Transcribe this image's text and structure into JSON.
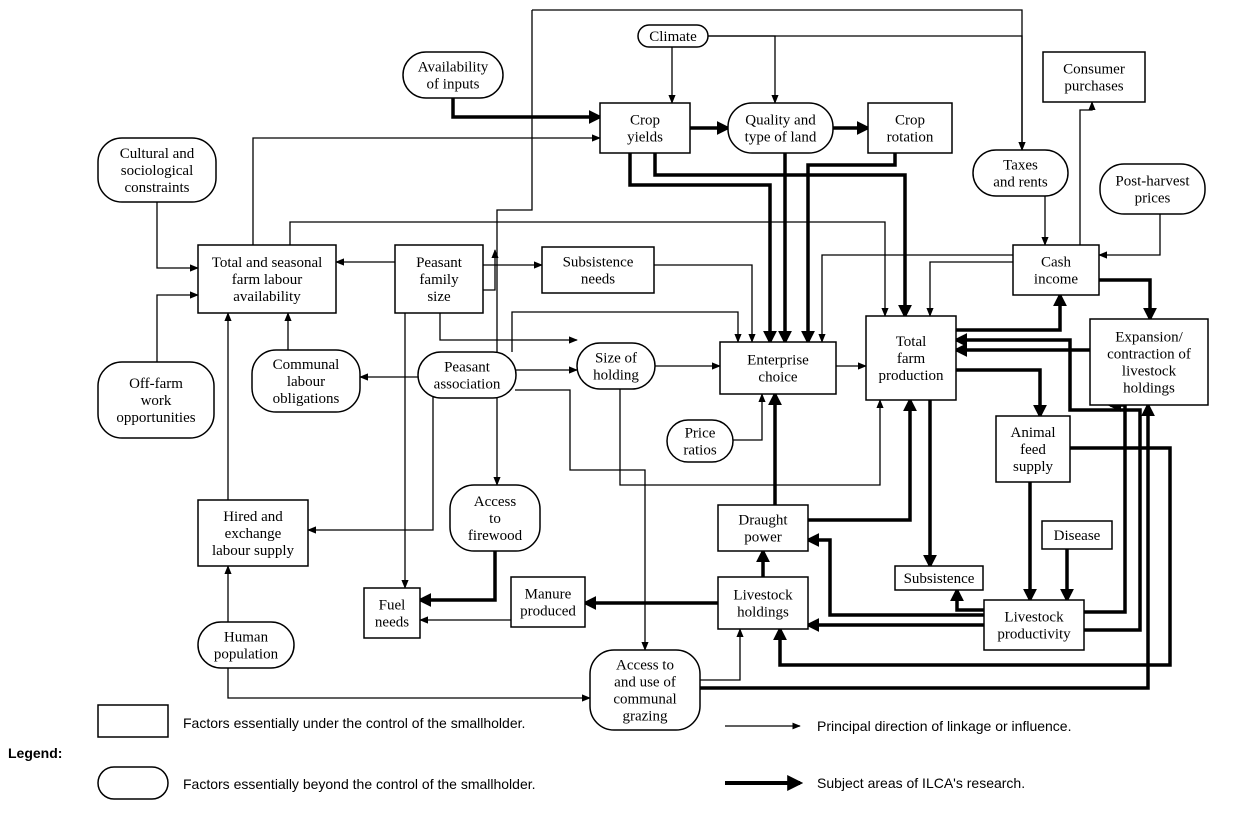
{
  "nodes": {
    "climate": {
      "lines": [
        "Climate"
      ],
      "shape": "rounded"
    },
    "availability_inputs": {
      "lines": [
        "Availability",
        "of inputs"
      ],
      "shape": "rounded"
    },
    "crop_yields": {
      "lines": [
        "Crop",
        "yields"
      ],
      "shape": "rect"
    },
    "quality_land": {
      "lines": [
        "Quality and",
        "type of land"
      ],
      "shape": "rounded"
    },
    "crop_rotation": {
      "lines": [
        "Crop",
        "rotation"
      ],
      "shape": "rect"
    },
    "consumer_purchases": {
      "lines": [
        "Consumer",
        "purchases"
      ],
      "shape": "rect"
    },
    "cultural_constraints": {
      "lines": [
        "Cultural and",
        "sociological",
        "constraints"
      ],
      "shape": "rounded"
    },
    "taxes_rents": {
      "lines": [
        "Taxes",
        "and rents"
      ],
      "shape": "rounded"
    },
    "post_harvest_prices": {
      "lines": [
        "Post-harvest",
        "prices"
      ],
      "shape": "rounded"
    },
    "farm_labour": {
      "lines": [
        "Total and seasonal",
        "farm labour",
        "availability"
      ],
      "shape": "rect"
    },
    "family_size": {
      "lines": [
        "Peasant",
        "family",
        "size"
      ],
      "shape": "rect"
    },
    "subsistence_needs": {
      "lines": [
        "Subsistence",
        "needs"
      ],
      "shape": "rect"
    },
    "cash_income": {
      "lines": [
        "Cash",
        "income"
      ],
      "shape": "rect"
    },
    "off_farm": {
      "lines": [
        "Off-farm",
        "work",
        "opportunities"
      ],
      "shape": "rounded"
    },
    "communal_labour": {
      "lines": [
        "Communal",
        "labour",
        "obligations"
      ],
      "shape": "rounded"
    },
    "peasant_association": {
      "lines": [
        "Peasant",
        "association"
      ],
      "shape": "rounded"
    },
    "size_holding": {
      "lines": [
        "Size of",
        "holding"
      ],
      "shape": "rounded"
    },
    "enterprise_choice": {
      "lines": [
        "Enterprise",
        "choice"
      ],
      "shape": "rect"
    },
    "total_production": {
      "lines": [
        "Total",
        "farm",
        "production"
      ],
      "shape": "rect"
    },
    "livestock_expansion": {
      "lines": [
        "Expansion/",
        "contraction of",
        "livestock",
        "holdings"
      ],
      "shape": "rect"
    },
    "price_ratios": {
      "lines": [
        "Price",
        "ratios"
      ],
      "shape": "rounded"
    },
    "animal_feed": {
      "lines": [
        "Animal",
        "feed",
        "supply"
      ],
      "shape": "rect"
    },
    "access_firewood": {
      "lines": [
        "Access",
        "to",
        "firewood"
      ],
      "shape": "rounded"
    },
    "hired_labour": {
      "lines": [
        "Hired and",
        "exchange",
        "labour supply"
      ],
      "shape": "rect"
    },
    "draught_power": {
      "lines": [
        "Draught",
        "power"
      ],
      "shape": "rect"
    },
    "disease": {
      "lines": [
        "Disease"
      ],
      "shape": "rect"
    },
    "subsistence": {
      "lines": [
        "Subsistence"
      ],
      "shape": "rect"
    },
    "manure": {
      "lines": [
        "Manure",
        "produced"
      ],
      "shape": "rect"
    },
    "livestock_holdings": {
      "lines": [
        "Livestock",
        "holdings"
      ],
      "shape": "rect"
    },
    "fuel_needs": {
      "lines": [
        "Fuel",
        "needs"
      ],
      "shape": "rect"
    },
    "livestock_productivity": {
      "lines": [
        "Livestock",
        "productivity"
      ],
      "shape": "rect"
    },
    "human_population": {
      "lines": [
        "Human",
        "population"
      ],
      "shape": "rounded"
    },
    "communal_grazing": {
      "lines": [
        "Access to",
        "and use of",
        "communal",
        "grazing"
      ],
      "shape": "rounded"
    }
  },
  "legend": {
    "title": "Legend:",
    "box_label": "Factors essentially under the control of the smallholder.",
    "rounded_label": "Factors essentially beyond the control of the smallholder.",
    "thin_arrow_label": "Principal direction of linkage or influence.",
    "thick_arrow_label": "Subject areas of ILCA's research."
  }
}
